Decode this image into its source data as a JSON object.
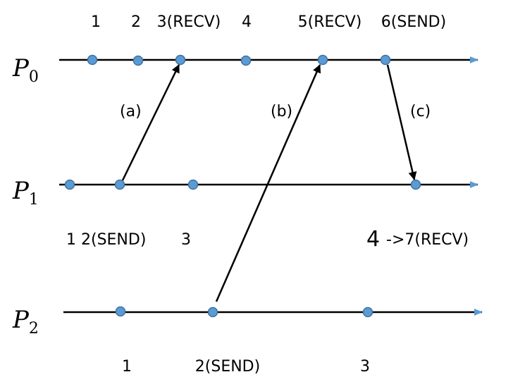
{
  "processes": [
    {
      "label": "P",
      "sub": "0"
    },
    {
      "label": "P",
      "sub": "1"
    },
    {
      "label": "P",
      "sub": "2"
    }
  ],
  "p0_events": [
    "1",
    "2",
    "3(RECV)",
    "4",
    "5(RECV)",
    "6(SEND)"
  ],
  "p1_events": {
    "row": "1 2(SEND)",
    "e3": "3",
    "e4": "4",
    "e4_update": "->7(RECV)"
  },
  "p2_events": [
    "1",
    "2(SEND)",
    "3"
  ],
  "messages": [
    "(a)",
    "(b)",
    "(c)"
  ],
  "colors": {
    "line": "#000000",
    "arrowhead": "#5b9bd5",
    "dot_fill": "#5b9bd5",
    "dot_stroke": "#41719c"
  }
}
